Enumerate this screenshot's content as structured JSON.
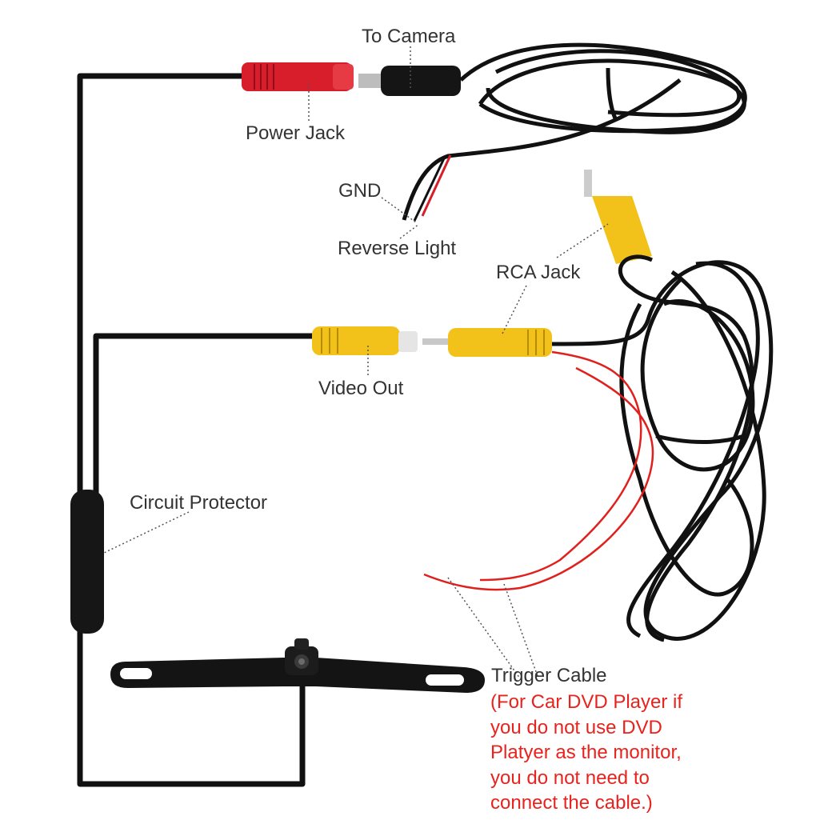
{
  "labels": {
    "to_camera": "To Camera",
    "power_jack": "Power Jack",
    "gnd": "GND",
    "reverse_light": "Reverse Light",
    "rca_jack": "RCA Jack",
    "video_out": "Video Out",
    "circuit_protector": "Circuit Protector",
    "trigger_cable": "Trigger Cable"
  },
  "trigger_note": {
    "lines": [
      "(For Car DVD Player if",
      "you do not use DVD",
      "Platyer as the monitor,",
      "you do not need to",
      "connect the cable.)"
    ]
  },
  "colors": {
    "cable": "#111111",
    "power_jack": "#d81e2a",
    "rca": "#f2c21b",
    "trigger_wire": "#e0201c",
    "label_text": "#333333",
    "note_text": "#e8231d"
  }
}
